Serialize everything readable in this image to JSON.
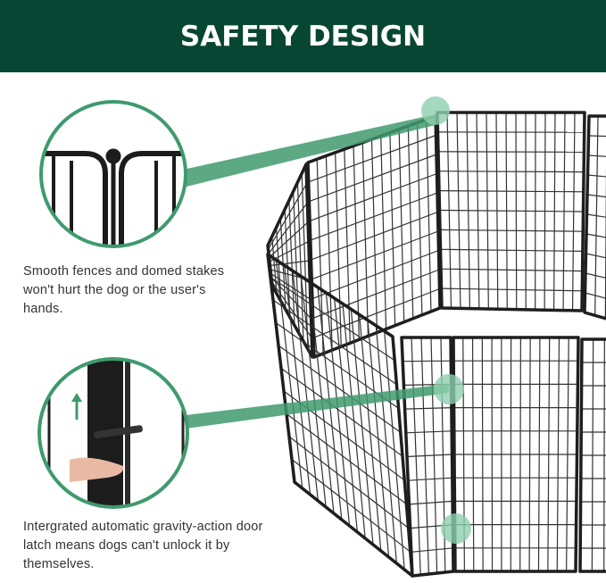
{
  "header": {
    "title": "SAFETY DESIGN"
  },
  "features": [
    {
      "icon": "domed-stake-closeup",
      "text": "Smooth fences and domed stakes won't hurt the dog or the user's hands."
    },
    {
      "icon": "gravity-latch-closeup",
      "text": "Intergrated automatic gravity-action door latch means dogs can't unlock it by themselves."
    }
  ],
  "colors": {
    "brand": "#074632",
    "accent": "#3f9a6e",
    "highlight": "#8fcfaf",
    "fence": "#222222"
  }
}
